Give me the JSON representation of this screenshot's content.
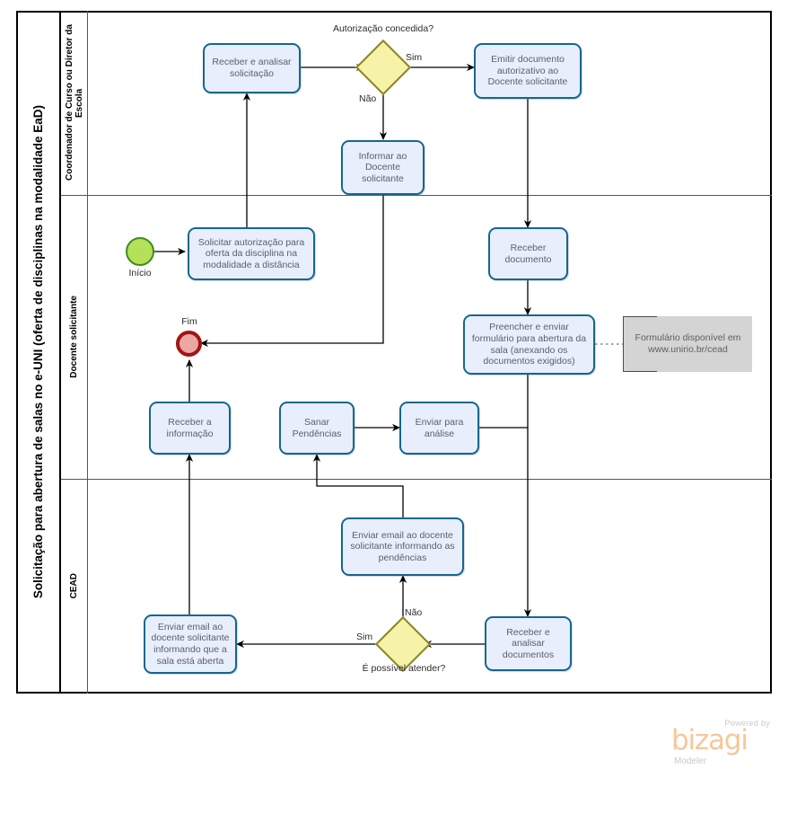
{
  "pool": {
    "title": "Solicitação para abertura de salas no e-UNI (oferta de disciplinas na modalidade EaD)",
    "lanes": [
      {
        "id": "lane-coordenador",
        "label": "Coordenador de Curso ou Diretor da Escola"
      },
      {
        "id": "lane-docente",
        "label": "Docente  solicitante"
      },
      {
        "id": "lane-cead",
        "label": "CEAD"
      }
    ]
  },
  "events": [
    {
      "id": "start-event",
      "type": "start",
      "label": "Início"
    },
    {
      "id": "end-event",
      "type": "end",
      "label": "Fim"
    }
  ],
  "tasks": [
    {
      "id": "task-receber-analisar-solicitacao",
      "label": "Receber  e analisar solicitação",
      "lane": "lane-coordenador"
    },
    {
      "id": "task-emitir-documento",
      "label": "Emitir documento autorizativo ao Docente solicitante",
      "lane": "lane-coordenador"
    },
    {
      "id": "task-informar-docente",
      "label": "Informar ao Docente solicitante",
      "lane": "lane-coordenador"
    },
    {
      "id": "task-solicitar-autorizacao",
      "label": "Solicitar autorização para oferta da disciplina na modalidade a distância",
      "lane": "lane-docente"
    },
    {
      "id": "task-receber-documento",
      "label": "Receber documento",
      "lane": "lane-docente"
    },
    {
      "id": "task-preencher-enviar-formulario",
      "label": "Preencher e enviar formulário para abertura da sala (anexando os documentos exigidos)",
      "lane": "lane-docente"
    },
    {
      "id": "task-receber-informacao",
      "label": "Receber a informação",
      "lane": "lane-docente"
    },
    {
      "id": "task-sanar-pendencias",
      "label": "Sanar Pendências",
      "lane": "lane-docente"
    },
    {
      "id": "task-enviar-para-analise",
      "label": "Enviar para análise",
      "lane": "lane-docente"
    },
    {
      "id": "task-enviar-email-pendencias",
      "label": "Enviar email ao docente solicitante informando as pendências",
      "lane": "lane-cead"
    },
    {
      "id": "task-enviar-email-sala-aberta",
      "label": "Enviar email ao docente solicitante informando que a sala está aberta",
      "lane": "lane-cead"
    },
    {
      "id": "task-receber-analisar-documentos",
      "label": "Receber e analisar documentos",
      "lane": "lane-cead"
    }
  ],
  "gateways": [
    {
      "id": "gateway-autorizacao",
      "label": "Autorização concedida?",
      "lane": "lane-coordenador"
    },
    {
      "id": "gateway-atender",
      "label": "É possível atender?",
      "lane": "lane-cead"
    }
  ],
  "flow_labels": [
    {
      "id": "flow-label-sim-autorizacao",
      "text": "Sim"
    },
    {
      "id": "flow-label-nao-autorizacao",
      "text": "Não"
    },
    {
      "id": "flow-label-nao-atender",
      "text": "Não"
    },
    {
      "id": "flow-label-sim-atender",
      "text": "Sim"
    }
  ],
  "annotations": [
    {
      "id": "annotation-formulario",
      "text": "Formulário disponível em www.unirio.br/cead"
    }
  ],
  "logo": {
    "powered_by": "Powered by",
    "wordmark": "bizagi",
    "product": "Modeler"
  },
  "colors": {
    "task_fill": "#e8eefb",
    "task_stroke": "#14678f",
    "gateway_fill": "#f6f2a8",
    "gateway_stroke": "#8a8526",
    "start_fill": "#b4e05a",
    "start_stroke": "#3d8c1f",
    "end_fill": "#eba7a2",
    "end_stroke": "#a31515",
    "annotation_fill": "#d4d4d4",
    "logo_orange": "#f6c79a",
    "flow_stroke": "#000000"
  }
}
